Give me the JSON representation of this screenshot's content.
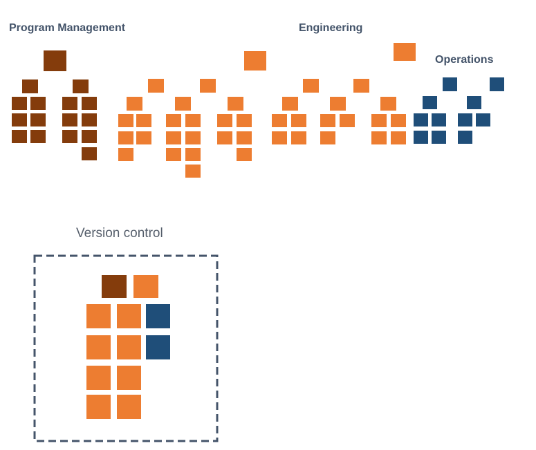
{
  "labels": {
    "program_management": "Program Management",
    "engineering": "Engineering",
    "operations": "Operations",
    "version_control": "Version control"
  },
  "colors": {
    "program_management": "#843c0c",
    "engineering": "#ed7d31",
    "operations": "#1f4e79",
    "dashed_border": "#44546a",
    "label_text": "#44546a"
  }
}
